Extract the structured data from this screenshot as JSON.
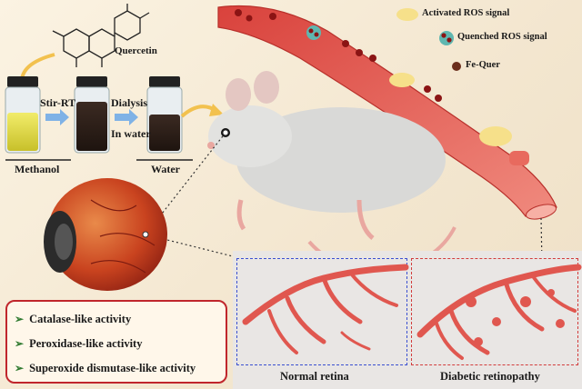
{
  "molecule": {
    "name": "Quercetin"
  },
  "synthesis": {
    "steps": [
      "Stir-RT",
      "Dialysis",
      "In water"
    ],
    "solvents": [
      "Methanol",
      "Water"
    ]
  },
  "legend": {
    "activated": "Activated ROS signal",
    "quenched": "Quenched ROS signal",
    "nanozyme": "Fe-Quer"
  },
  "activities": [
    "Catalase-like activity",
    "Peroxidase-like activity",
    "Superoxide dismutase-like  activity"
  ],
  "retina": {
    "normal": "Normal retina",
    "diabetic": "Diabetic retinopathy"
  },
  "colors": {
    "vessel": "#e0574f",
    "box_border": "#c0262c",
    "normal_box": "#3a4fd1",
    "diabetic_box": "#d23c3c",
    "arrow_blue": "#7fb2e6",
    "arrow_yellow": "#f2c14e"
  }
}
